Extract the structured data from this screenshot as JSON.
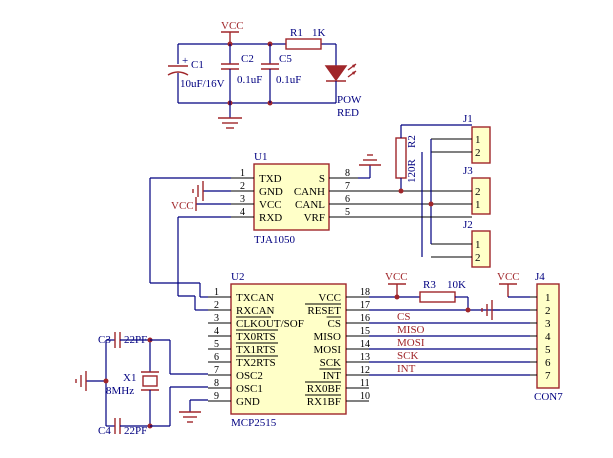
{
  "power": {
    "vcc": "VCC"
  },
  "r1": {
    "ref": "R1",
    "value": "1K"
  },
  "c1": {
    "ref": "C1",
    "value": "10uF/16V",
    "plus": "+"
  },
  "c2": {
    "ref": "C2",
    "value": "0.1uF"
  },
  "c5": {
    "ref": "C5",
    "value": "0.1uF"
  },
  "led": {
    "line1": "POW",
    "line2": "RED"
  },
  "r2": {
    "ref": "R2",
    "value": "120R"
  },
  "j1": {
    "ref": "J1",
    "pins": [
      "1",
      "2"
    ]
  },
  "j3": {
    "ref": "J3",
    "pins": [
      "2",
      "1"
    ]
  },
  "j2": {
    "ref": "J2",
    "pins": [
      "1",
      "2"
    ]
  },
  "u1": {
    "ref": "U1",
    "part": "TJA1050",
    "pins": [
      {
        "num": "1",
        "name": "TXD"
      },
      {
        "num": "2",
        "name": "GND"
      },
      {
        "num": "3",
        "name": "VCC"
      },
      {
        "num": "4",
        "name": "RXD"
      },
      {
        "num": "8",
        "name": "S"
      },
      {
        "num": "7",
        "name": "CANH"
      },
      {
        "num": "6",
        "name": "CANL"
      },
      {
        "num": "5",
        "name": "VRF"
      }
    ]
  },
  "u2": {
    "ref": "U2",
    "part": "MCP2515",
    "left_pins": [
      {
        "num": "1",
        "name": "TXCAN"
      },
      {
        "num": "2",
        "name": "RXCAN"
      },
      {
        "num": "3",
        "name": "CLKOUT/SOF"
      },
      {
        "num": "4",
        "name": "TX0RTS"
      },
      {
        "num": "5",
        "name": "TX1RTS"
      },
      {
        "num": "6",
        "name": "TX2RTS"
      },
      {
        "num": "7",
        "name": "OSC2"
      },
      {
        "num": "8",
        "name": "OSC1"
      },
      {
        "num": "9",
        "name": "GND"
      }
    ],
    "right_pins": [
      {
        "num": "18",
        "name": "VCC"
      },
      {
        "num": "17",
        "name": "RESET"
      },
      {
        "num": "16",
        "name": "CS"
      },
      {
        "num": "15",
        "name": "MISO"
      },
      {
        "num": "14",
        "name": "MOSI"
      },
      {
        "num": "13",
        "name": "SCK"
      },
      {
        "num": "12",
        "name": "INT"
      },
      {
        "num": "11",
        "name": "RX0BF"
      },
      {
        "num": "10",
        "name": "RX1BF"
      }
    ]
  },
  "r3": {
    "ref": "R3",
    "value": "10K"
  },
  "j4": {
    "ref": "J4",
    "part": "CON7",
    "pins": [
      "1",
      "2",
      "3",
      "4",
      "5",
      "6",
      "7"
    ]
  },
  "nets": [
    "CS",
    "MISO",
    "MOSI",
    "SCK",
    "INT"
  ],
  "x1": {
    "ref": "X1",
    "value": "8MHz"
  },
  "c3": {
    "ref": "C3",
    "value": "22PF"
  },
  "c4": {
    "ref": "C4",
    "value": "22PF"
  }
}
